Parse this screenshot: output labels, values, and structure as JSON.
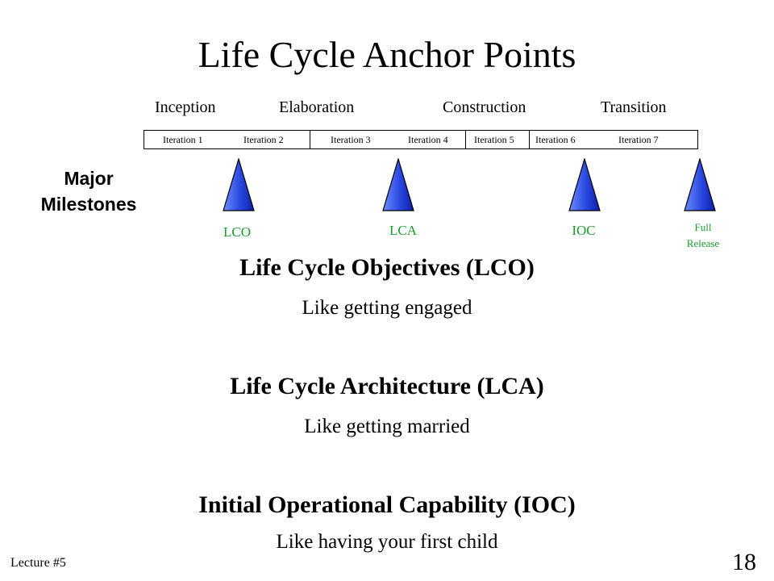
{
  "slide": {
    "title": "Life Cycle Anchor Points",
    "phases": [
      "Inception",
      "Elaboration",
      "Construction",
      "Transition"
    ],
    "iterations": [
      "Iteration 1",
      "Iteration 2",
      "Iteration 3",
      "Iteration 4",
      "Iteration 5",
      "Iteration 6",
      "Iteration 7"
    ],
    "milestones_label_line1": "Major",
    "milestones_label_line2": "Milestones",
    "milestones": [
      "LCO",
      "LCA",
      "IOC"
    ],
    "full_release_line1": "Full",
    "full_release_line2": "Release",
    "sections": [
      {
        "heading": "Life Cycle Objectives (LCO)",
        "text": "Like getting engaged"
      },
      {
        "heading": "Life Cycle Architecture (LCA)",
        "text": "Like getting married"
      },
      {
        "heading": "Initial Operational Capability (IOC)",
        "text": "Like having your first child"
      }
    ],
    "footer": "Lecture #5",
    "page_number": "18"
  },
  "colors": {
    "milestone_text": "#1a9e2a",
    "triangle_light": "#6a8cff",
    "triangle_dark": "#0a1fa8"
  }
}
